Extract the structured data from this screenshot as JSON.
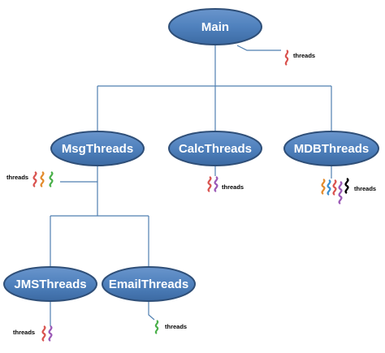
{
  "colors": {
    "node_fill": "#4f81bd",
    "node_stroke": "#2f4f78",
    "connector": "#4f7fb0",
    "thread_colors": [
      "#d9534f",
      "#e38b2c",
      "#4ab04a",
      "#3a8fd0",
      "#9b59b6",
      "#000000"
    ]
  },
  "nodes": {
    "main": "Main",
    "msgthreads": "MsgThreads",
    "calcthreads": "CalcThreads",
    "mdbthreads": "MDBThreads",
    "jmsthreads": "JMSThreads",
    "emailthreads": "EmailThreads"
  },
  "thread_groups": {
    "main": {
      "label": "threads",
      "icon": "thread-squiggle-icon"
    },
    "msgthreads": {
      "label": "threads",
      "icon": "thread-squiggle-icon"
    },
    "calcthreads": {
      "label": "threads",
      "icon": "thread-squiggle-icon"
    },
    "mdbthreads": {
      "label": "threads",
      "icon": "thread-squiggle-icon"
    },
    "jmsthreads": {
      "label": "threads",
      "icon": "thread-squiggle-icon"
    },
    "emailthreads": {
      "label": "threads",
      "icon": "thread-squiggle-icon"
    }
  }
}
